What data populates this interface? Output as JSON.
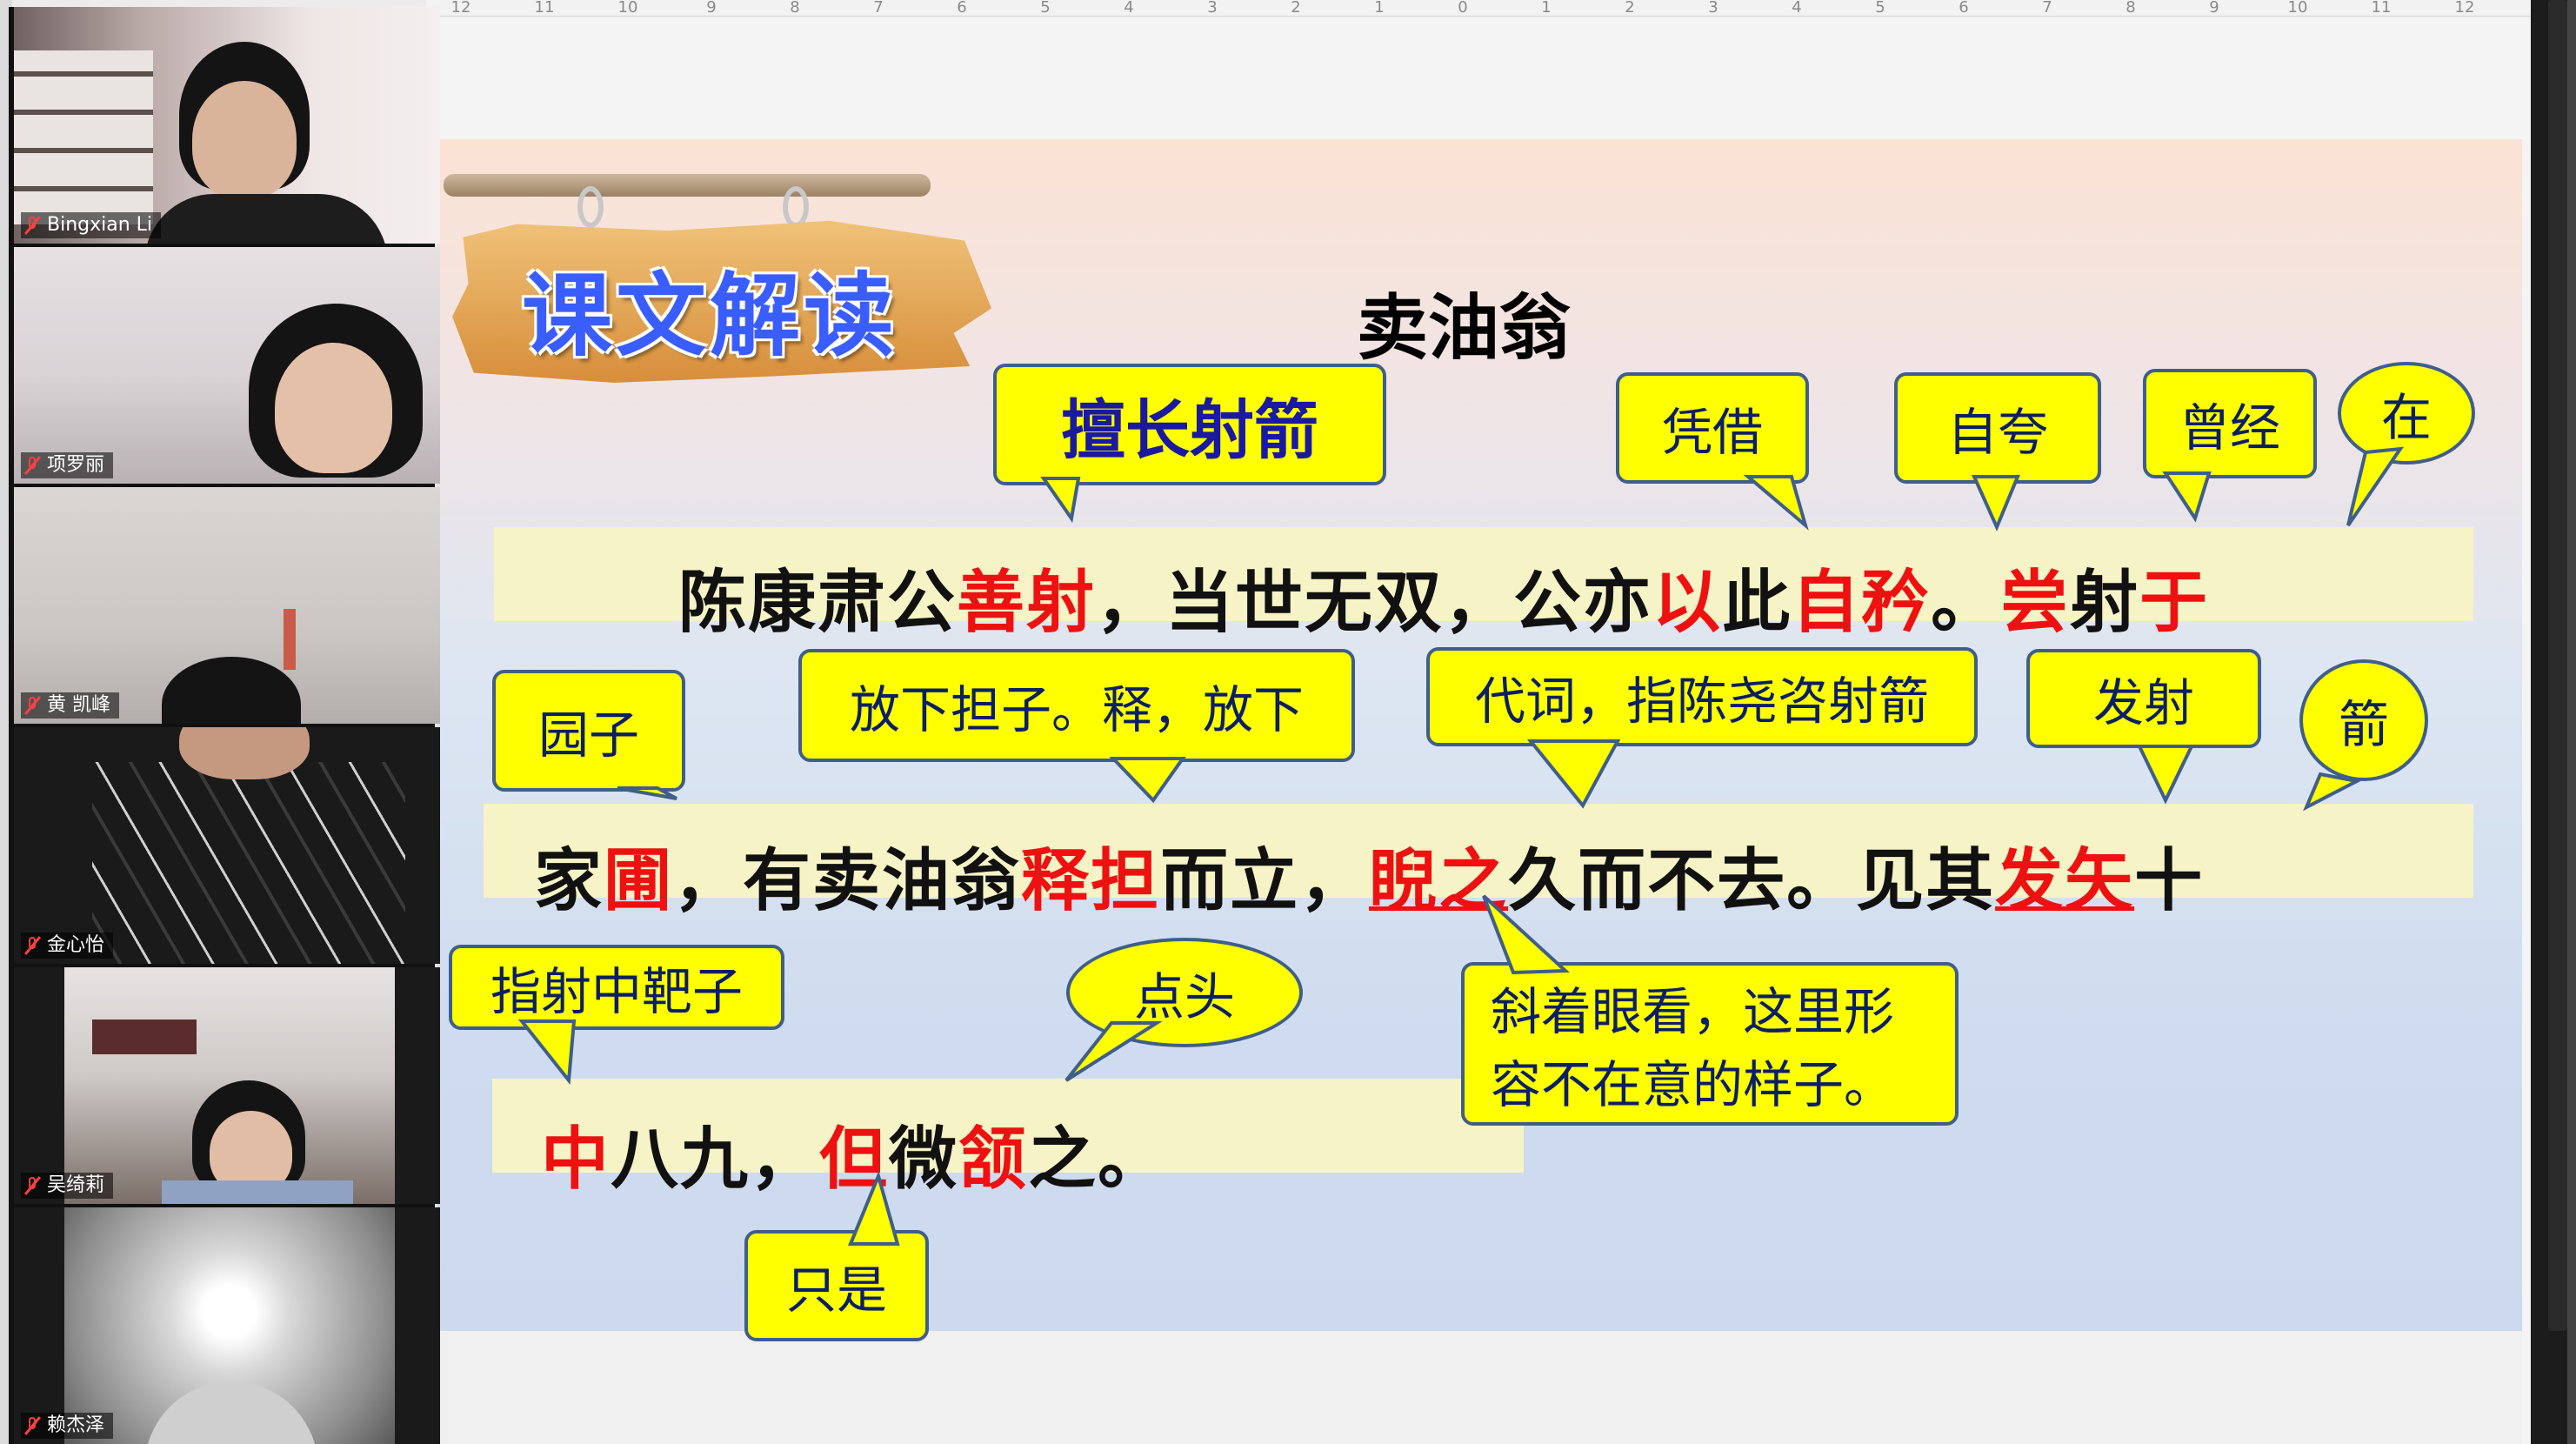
{
  "ruler": {
    "ticks": [
      "12",
      "11",
      "10",
      "9",
      "8",
      "7",
      "6",
      "5",
      "4",
      "3",
      "2",
      "1",
      "0",
      "1",
      "2",
      "3",
      "4",
      "5",
      "6",
      "7",
      "8",
      "9",
      "10",
      "11",
      "12"
    ]
  },
  "participants": [
    {
      "name": "Bingxian Li",
      "muted": true
    },
    {
      "name": "项罗丽",
      "muted": true
    },
    {
      "name": "黄 凯峰",
      "muted": true
    },
    {
      "name": "金心怡",
      "muted": true
    },
    {
      "name": "吴绮莉",
      "muted": true
    },
    {
      "name": "赖杰泽",
      "muted": true
    }
  ],
  "slide": {
    "section_title": "课文解读",
    "lesson_title": "卖油翁",
    "line1": [
      "陈康肃公",
      "善射",
      "，当世无双，公亦",
      "以",
      "此",
      "自矜",
      "。",
      "尝",
      "射",
      "于"
    ],
    "line2": [
      "家",
      "圃",
      "，有卖油翁",
      "释担",
      "而立，",
      "睨之",
      "久而不去。见其",
      "发矢",
      "十"
    ],
    "line3": [
      "中",
      "八九，",
      "但",
      "微",
      "颔",
      "之。"
    ],
    "callouts": {
      "c1": "擅长射箭",
      "c2": "凭借",
      "c3": "自夸",
      "c4": "曾经",
      "c5": "在",
      "c6": "园子",
      "c7": "放下担子。释，放下",
      "c8": "代词，指陈尧咨射箭",
      "c9": "发射",
      "c10": "箭",
      "c11": "指射中靶子",
      "c12": "点头",
      "c13a": "斜着眼看，这里形",
      "c13b": "容不在意的样子。",
      "c14": "只是"
    }
  },
  "colors": {
    "callout_fill": "#ffff00",
    "callout_border": "#3f5e8b",
    "highlight_red": "#ee1111",
    "title_blue": "#3a5dff",
    "strip": "#f6f3c6"
  }
}
